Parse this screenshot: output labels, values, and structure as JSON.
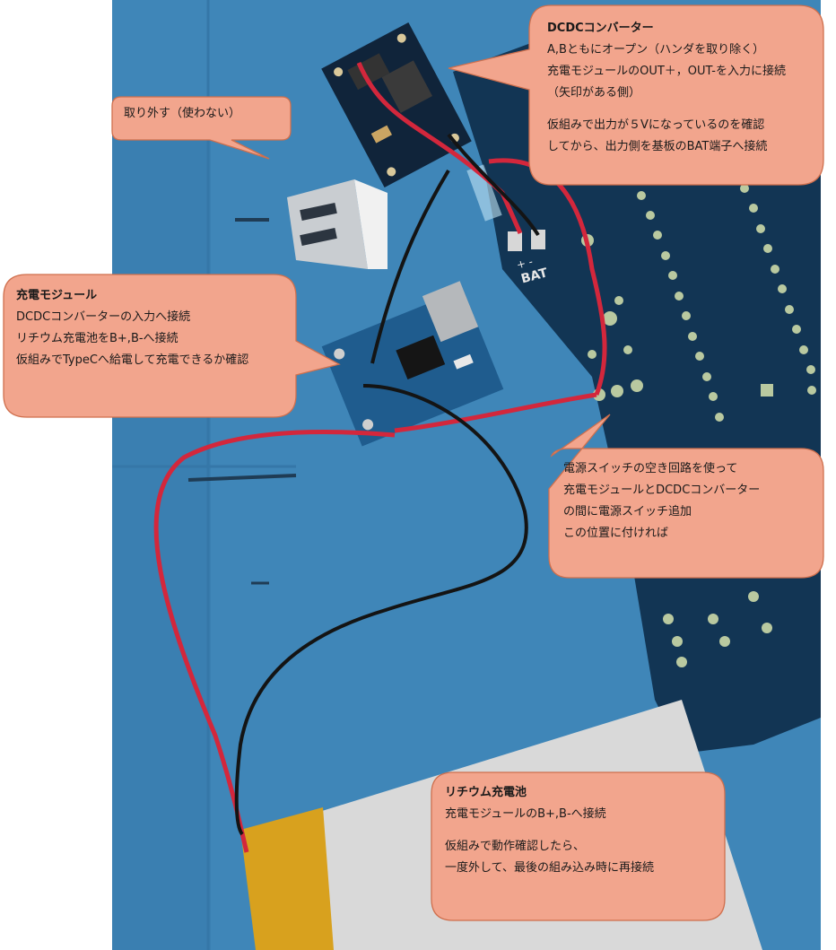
{
  "callouts": {
    "remove": {
      "text": "取り外す（使わない）"
    },
    "dcdc": {
      "title": "DCDCコンバーター",
      "lines": [
        "A,Bともにオープン（ハンダを取り除く）",
        "充電モジュールのOUT＋，OUT-を入力に接続",
        "（矢印がある側）",
        "仮組みで出力が５Vになっているのを確認",
        "してから、出力側を基板のBAT端子へ接続"
      ]
    },
    "charger": {
      "title": "充電モジュール",
      "lines": [
        "DCDCコンバーターの入力へ接続",
        "リチウム充電池をB+,B-へ接続",
        "仮組みでTypeCへ給電して充電できるか確認"
      ]
    },
    "switch": {
      "lines": [
        "電源スイッチの空き回路を使って",
        "充電モジュールとDCDCコンバーター",
        "の間に電源スイッチ追加",
        "この位置に付ければ"
      ]
    },
    "battery": {
      "title": "リチウム充電池",
      "lines": [
        "充電モジュールのB+,B-へ接続",
        "仮組みで動作確認したら、",
        "一度外して、最後の組み込み時に再接続"
      ]
    }
  },
  "photo_labels": {
    "bat_terminal": "BAT",
    "bat_polarity": "+ -"
  }
}
